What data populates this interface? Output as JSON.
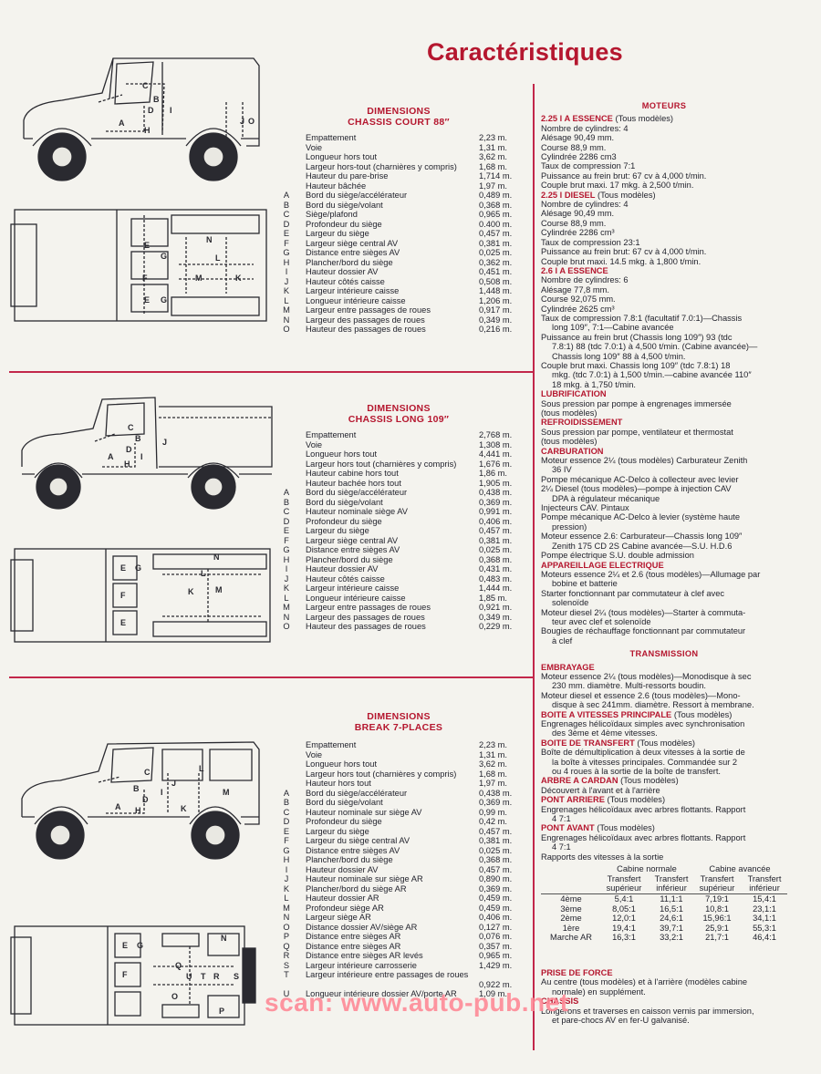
{
  "title": "Caractéristiques",
  "dimensions": [
    {
      "heading_1": "DIMENSIONS",
      "heading_2": "CHASSIS COURT 88″",
      "rows": [
        {
          "l": "",
          "t": "Empattement",
          "v": "2,23 m."
        },
        {
          "l": "",
          "t": "Voie",
          "v": "1,31 m."
        },
        {
          "l": "",
          "t": "Longueur hors tout",
          "v": "3,62 m."
        },
        {
          "l": "",
          "t": "Largeur hors-tout (charnières y compris)",
          "v": "1,68 m."
        },
        {
          "l": "",
          "t": "Hauteur du pare-brise",
          "v": "1,714 m."
        },
        {
          "l": "",
          "t": "Hauteur bâchée",
          "v": "1,97 m."
        },
        {
          "l": "A",
          "t": "Bord du siège/accélérateur",
          "v": "0,489 m."
        },
        {
          "l": "B",
          "t": "Bord du siège/volant",
          "v": "0,368 m."
        },
        {
          "l": "C",
          "t": "Siège/plafond",
          "v": "0,965 m."
        },
        {
          "l": "D",
          "t": "Profondeur du siège",
          "v": "0.400 m."
        },
        {
          "l": "E",
          "t": "Largeur du siège",
          "v": "0,457 m."
        },
        {
          "l": "F",
          "t": "Largeur siège central AV",
          "v": "0,381 m."
        },
        {
          "l": "G",
          "t": "Distance entre sièges AV",
          "v": "0,025 m."
        },
        {
          "l": "H",
          "t": "Plancher/bord du siège",
          "v": "0,362 m."
        },
        {
          "l": "I",
          "t": "Hauteur dossier AV",
          "v": "0,451 m."
        },
        {
          "l": "J",
          "t": "Hauteur côtés caisse",
          "v": "0,508 m."
        },
        {
          "l": "K",
          "t": "Largeur intérieure caisse",
          "v": "1,448 m."
        },
        {
          "l": "L",
          "t": "Longueur intérieure caisse",
          "v": "1,206 m."
        },
        {
          "l": "M",
          "t": "Largeur entre passages de roues",
          "v": "0,917 m."
        },
        {
          "l": "N",
          "t": "Largeur des passages de roues",
          "v": "0,349 m."
        },
        {
          "l": "O",
          "t": "Hauteur des passages de roues",
          "v": "0,216 m."
        }
      ]
    },
    {
      "heading_1": "DIMENSIONS",
      "heading_2": "CHASSIS LONG 109″",
      "rows": [
        {
          "l": "",
          "t": "Empattement",
          "v": "2,768 m."
        },
        {
          "l": "",
          "t": "Voie",
          "v": "1,308 m."
        },
        {
          "l": "",
          "t": "Longueur hors tout",
          "v": "4,441 m."
        },
        {
          "l": "",
          "t": "Largeur hors tout (charnières y compris)",
          "v": "1,676 m."
        },
        {
          "l": "",
          "t": "Hauteur cabine hors tout",
          "v": "1,86 m."
        },
        {
          "l": "",
          "t": "Hauteur bachée hors tout",
          "v": "1,905 m."
        },
        {
          "l": "A",
          "t": "Bord du siège/accélérateur",
          "v": "0,438 m."
        },
        {
          "l": "B",
          "t": "Bord du siège/volant",
          "v": "0,369 m."
        },
        {
          "l": "C",
          "t": "Hauteur nominale siège AV",
          "v": "0,991 m."
        },
        {
          "l": "D",
          "t": "Profondeur du siège",
          "v": "0,406 m."
        },
        {
          "l": "E",
          "t": "Largeur du siège",
          "v": "0,457 m."
        },
        {
          "l": "F",
          "t": "Largeur siège central AV",
          "v": "0,381 m."
        },
        {
          "l": "G",
          "t": "Distance entre sièges AV",
          "v": "0,025 m."
        },
        {
          "l": "H",
          "t": "Plancher/bord du siège",
          "v": "0,368 m."
        },
        {
          "l": "I",
          "t": "Hauteur dossier AV",
          "v": "0,431 m."
        },
        {
          "l": "J",
          "t": "Hauteur côtés caisse",
          "v": "0,483 m."
        },
        {
          "l": "K",
          "t": "Largeur intérieure caisse",
          "v": "1,444 m."
        },
        {
          "l": "L",
          "t": "Longueur intérieure caisse",
          "v": "1,85 m."
        },
        {
          "l": "M",
          "t": "Largeur entre passages de roues",
          "v": "0,921 m."
        },
        {
          "l": "N",
          "t": "Largeur des passages de roues",
          "v": "0,349 m."
        },
        {
          "l": "O",
          "t": "Hauteur des passages de roues",
          "v": "0,229 m."
        }
      ]
    },
    {
      "heading_1": "DIMENSIONS",
      "heading_2": "BREAK 7-PLACES",
      "rows": [
        {
          "l": "",
          "t": "Empattement",
          "v": "2,23 m."
        },
        {
          "l": "",
          "t": "Voie",
          "v": "1,31 m."
        },
        {
          "l": "",
          "t": "Longueur hors tout",
          "v": "3,62 m."
        },
        {
          "l": "",
          "t": "Largeur hors tout (charnières y compris)",
          "v": "1,68 m."
        },
        {
          "l": "",
          "t": "Hauteur hors tout",
          "v": "1,97 m."
        },
        {
          "l": "A",
          "t": "Bord du siège/accélérateur",
          "v": "0,438 m."
        },
        {
          "l": "B",
          "t": "Bord du siège/volant",
          "v": "0,369 m."
        },
        {
          "l": "C",
          "t": "Hauteur nominale sur siège AV",
          "v": "0,99 m."
        },
        {
          "l": "D",
          "t": "Profondeur du siège",
          "v": "0,42 m."
        },
        {
          "l": "E",
          "t": "Largeur du siège",
          "v": "0,457 m."
        },
        {
          "l": "F",
          "t": "Largeur du siège central AV",
          "v": "0,381 m."
        },
        {
          "l": "G",
          "t": "Distance entre sièges AV",
          "v": "0,025 m."
        },
        {
          "l": "H",
          "t": "Plancher/bord du siège",
          "v": "0,368 m."
        },
        {
          "l": "I",
          "t": "Hauteur dossier AV",
          "v": "0,457 m."
        },
        {
          "l": "J",
          "t": "Hauteur nominale sur siège AR",
          "v": "0,890 m."
        },
        {
          "l": "K",
          "t": "Plancher/bord du siège AR",
          "v": "0,369 m."
        },
        {
          "l": "L",
          "t": "Hauteur dossier AR",
          "v": "0,459 m."
        },
        {
          "l": "M",
          "t": "Profondeur siège AR",
          "v": "0,459 m."
        },
        {
          "l": "N",
          "t": "Largeur siège AR",
          "v": "0,406 m."
        },
        {
          "l": "O",
          "t": "Distance dossier AV/siège AR",
          "v": "0,127 m."
        },
        {
          "l": "P",
          "t": "Distance entre sièges AR",
          "v": "0,076 m."
        },
        {
          "l": "Q",
          "t": "Distance entre sièges AR",
          "v": "0,357 m."
        },
        {
          "l": "R",
          "t": "Distance entre sièges AR levés",
          "v": "0,965 m."
        },
        {
          "l": "S",
          "t": "Largeur intérieure carrosserie",
          "v": "1,429 m."
        },
        {
          "l": "T",
          "t": "Largeur intérieure entre passages de roues",
          "v": "0,922 m.",
          "tall": true
        },
        {
          "l": "U",
          "t": "Longueur intérieure dossier AV/porte AR",
          "v": "1,09 m."
        }
      ]
    }
  ],
  "right": {
    "moteurs": "MOTEURS",
    "e225_h": "2.25 l A ESSENCE",
    "e225_n": " (Tous modèles)",
    "e225": [
      "Nombre de cylindres: 4",
      "Alésage 90,49 mm.",
      "Course 88,9 mm.",
      "Cylindrée 2286 cm3",
      "Taux de compression 7:1",
      "Puissance au frein brut: 67 cv à 4,000 t/min.",
      "Couple brut maxi. 17 mkg. à 2,500 t/min."
    ],
    "d225_h": "2.25 l DIESEL",
    "d225_n": " (Tous modèles)",
    "d225": [
      "Nombre de cylindres: 4",
      "Alésage 90,49 mm.",
      "Course 88,9 mm.",
      "Cylindrée 2286 cm³",
      "Taux de compression 23:1",
      "Puissance au frein brut: 67 cv à 4,000 t/min.",
      "Couple brut maxi. 14.5 mkg. à 1,800 t/min."
    ],
    "e26_h": "2.6 l A ESSENCE",
    "e26": [
      "Nombre de cylindres: 6",
      "Alésage 77,8 mm.",
      "Course 92,075 mm.",
      "Cylindrée 2625 cm³"
    ],
    "e26_taux_1": "Taux de compression 7.8:1 (facultatif 7.0:1)—Chassis",
    "e26_taux_2": "long 109″, 7:1—Cabine avancée",
    "e26_puis_1": "Puissance au frein brut (Chassis long 109″) 93 (tdc",
    "e26_puis_2": "7.8:1) 88 (tdc 7.0:1) à 4,500 t/min. (Cabine avancée)—",
    "e26_puis_3": "Chassis long 109″ 88 à 4,500 t/min.",
    "e26_coup_1": "Couple brut maxi. Chassis long 109″ (tdc 7.8:1) 18",
    "e26_coup_2": "mkg. (tdc 7.0:1) à 1,500 t/min.—cabine avancée 110″",
    "e26_coup_3": "18 mkg. à 1,750 t/min.",
    "lub_h": "LUBRIFICATION",
    "lub_1": "Sous pression par pompe à engrenages immersée",
    "lub_2": "(tous modèles)",
    "ref_h": "REFROIDISSEMENT",
    "ref_1": "Sous pression par pompe, ventilateur et thermostat",
    "ref_2": "(tous modèles)",
    "carb_h": "CARBURATION",
    "carb_1": "Moteur essence 2¼ (tous modèles) Carburateur Zenith",
    "carb_2": "36 IV",
    "carb_3": "Pompe mécanique AC-Delco à collecteur avec levier",
    "carb_4": "2¼ Diesel (tous modèles)—pompe à injection CAV",
    "carb_5": "DPA à régulateur mécanique",
    "carb_6": "Injecteurs CAV. Pintaux",
    "carb_7": "Pompe mécanique AC-Delco à levier (système haute",
    "carb_8": "pression)",
    "carb_9": "Moteur essence 2.6: Carburateur—Chassis long 109″",
    "carb_10": "Zenith 175 CD 2S Cabine avancée—S.U. H.D.6",
    "carb_11": "Pompe électrique S.U. double admission",
    "app_h": "APPAREILLAGE ELECTRIQUE",
    "app_1": "Moteurs essence 2¼ et 2.6 (tous modèles)—Allumage par",
    "app_2": "bobine et batterie",
    "app_3": "Starter fonctionnant par commutateur à clef avec",
    "app_4": "solenoïde",
    "app_5": "Moteur diesel 2¼ (tous modèles)—Starter à commuta-",
    "app_6": "teur avec clef et solenoïde",
    "app_7": "Bougies de réchauffage fonctionnant par commutateur",
    "app_8": "à clef",
    "transmission": "TRANSMISSION",
    "emb_h": "EMBRAYAGE",
    "emb_1": "Moteur essence 2¼ (tous modèles)—Monodisque à sec",
    "emb_2": "230 mm. diamètre. Multi-ressorts boudin.",
    "emb_3": "Moteur diesel et essence 2.6 (tous modèles)—Mono-",
    "emb_4": "disque à sec 241mm. diamètre. Ressort à membrane.",
    "bv_h": "BOITE A VITESSES PRINCIPALE",
    "bv_n": " (Tous modèles)",
    "bv_1": "Engrenages hélicoïdaux simples avec synchronisation",
    "bv_2": "des 3ème et 4ème vitesses.",
    "bt_h": "BOITE DE TRANSFERT",
    "bt_n": " (Tous modèles)",
    "bt_1": "Boîte de démultiplication à deux vitesses à la sortie de",
    "bt_2": "la boîte à vitesses principales. Commandée sur 2",
    "bt_3": "ou 4 roues à la sortie de la boîte de transfert.",
    "ac_h": "ARBRE A CARDAN",
    "ac_n": " (Tous modèles)",
    "ac_1": "Découvert à l'avant et à l'arrière",
    "pa_h": "PONT ARRIERE",
    "pa_n": " (Tous modèles)",
    "pa_1": "Engrenages hélicoïdaux avec arbres flottants. Rapport",
    "pa_2": "4 7:1",
    "pv_h": "PONT AVANT",
    "pv_n": " (Tous modèles)",
    "pv_1": "Engrenages hélicoïdaux avec arbres flottants. Rapport",
    "pv_2": "4 7:1",
    "rap": "Rapports des vitesses à la sortie",
    "pf_h": "PRISE DE FORCE",
    "pf_1": "Au centre (tous modèles) et à l'arrière (modèles cabine",
    "pf_2": "normale) en supplément.",
    "ch_h": "CHASSIS",
    "ch_1": "Longerons et traverses en caisson vernis par immersion,",
    "ch_2": "et pare-chocs AV en fer-U galvanisé."
  },
  "gear_table": {
    "group_1": "Cabine normale",
    "group_2": "Cabine avancée",
    "cols": [
      "Transfert supérieur",
      "Transfert inférieur",
      "Transfert supérieur",
      "Transfert inférieur"
    ],
    "rows": [
      {
        "g": "4ème",
        "v": [
          "5,4:1",
          "11,1:1",
          "7,19:1",
          "15,4:1"
        ]
      },
      {
        "g": "3ème",
        "v": [
          "8,05:1",
          "16,5:1",
          "10,8:1",
          "23,1:1"
        ]
      },
      {
        "g": "2ème",
        "v": [
          "12,0:1",
          "24,6:1",
          "15,96:1",
          "34,1:1"
        ]
      },
      {
        "g": "1ère",
        "v": [
          "19,4:1",
          "39,7:1",
          "25,9:1",
          "55,3:1"
        ]
      },
      {
        "g": "Marche AR",
        "v": [
          "16,3:1",
          "33,2:1",
          "21,7:1",
          "46,4:1"
        ]
      }
    ]
  },
  "watermark": "scan: www.auto-pub.net",
  "diagram_labels": {
    "d1_side": [
      "C",
      "B",
      "D",
      "I",
      "A",
      "H",
      "J",
      "O"
    ],
    "d1_plan": [
      "N",
      "E",
      "G",
      "L",
      "F",
      "M",
      "K",
      "E",
      "G"
    ],
    "d2_side": [
      "C",
      "B",
      "D",
      "A",
      "H",
      "I",
      "J"
    ],
    "d2_plan": [
      "N",
      "E",
      "G",
      "F",
      "E",
      "L",
      "K",
      "M"
    ],
    "d3_side": [
      "C",
      "L",
      "J",
      "B",
      "D",
      "A",
      "H",
      "M",
      "I",
      "K"
    ],
    "d3_plan": [
      "N",
      "E",
      "G",
      "F",
      "Q",
      "U",
      "T",
      "R",
      "S",
      "O",
      "P"
    ]
  },
  "colors": {
    "accent": "#b5172f",
    "paper": "#f4f3ee",
    "ink": "#23242e"
  }
}
